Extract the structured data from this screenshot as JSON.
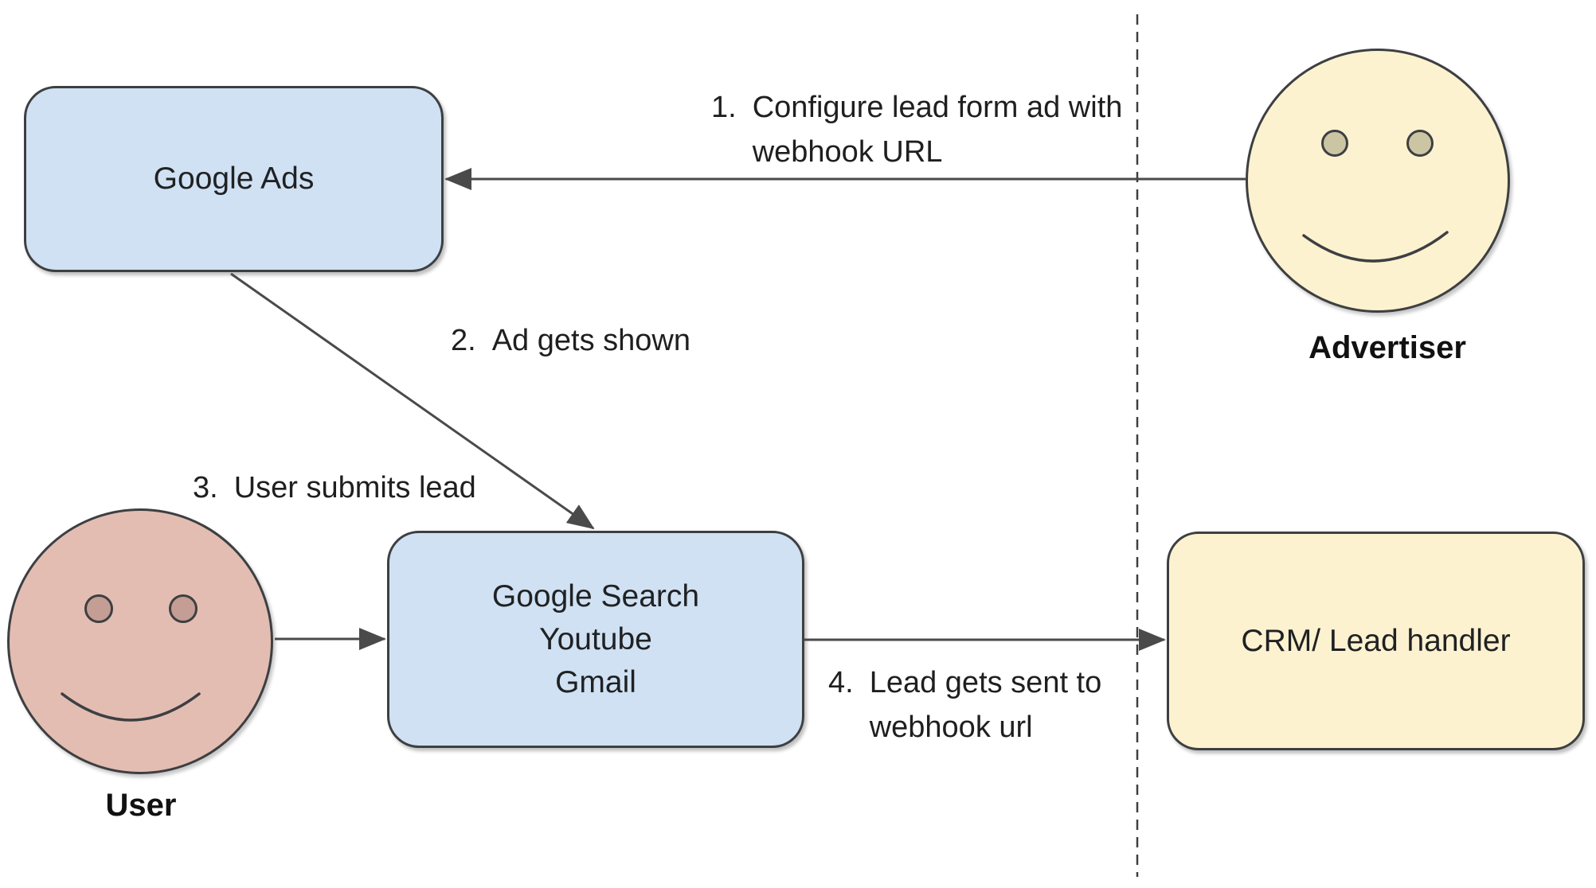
{
  "colors": {
    "box_blue": "#cfe1f2",
    "box_yellow": "#fcf2cf",
    "face_pink": "#e3bdb2",
    "eye_pink": "#c49d94",
    "eye_tan": "#ccc5a4",
    "stroke": "#3d3f42",
    "line": "#4a4a4a",
    "text": "#202124"
  },
  "boxes": {
    "google_ads": {
      "label": "Google Ads"
    },
    "google_surfaces": {
      "line1": "Google Search",
      "line2": "Youtube",
      "line3": "Gmail"
    },
    "crm": {
      "label": "CRM/ Lead handler"
    }
  },
  "actors": {
    "advertiser": {
      "label": "Advertiser"
    },
    "user": {
      "label": "User"
    }
  },
  "steps": [
    {
      "num": "1.",
      "line1": "Configure lead form ad with",
      "line2": "webhook URL"
    },
    {
      "num": "2.",
      "line1": "Ad gets shown"
    },
    {
      "num": "3.",
      "line1": "User submits lead"
    },
    {
      "num": "4.",
      "line1": "Lead gets sent to",
      "line2": "webhook url"
    }
  ]
}
